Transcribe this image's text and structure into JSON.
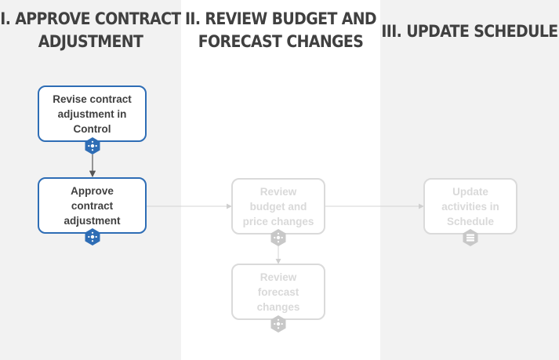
{
  "lanes": [
    {
      "title_lines": [
        "I. APPROVE CONTRACT",
        "ADJUSTMENT"
      ]
    },
    {
      "title_lines": [
        "II. REVIEW BUDGET AND",
        "FORECAST CHANGES"
      ]
    },
    {
      "title_lines": [
        "III. UPDATE SCHEDULE"
      ]
    }
  ],
  "steps": [
    {
      "lines": [
        "Revise contract",
        "adjustment in",
        "Control"
      ],
      "icon": "control-icon"
    },
    {
      "lines": [
        "Approve",
        "contract",
        "adjustment"
      ],
      "icon": "control-icon"
    },
    {
      "lines": [
        "Review",
        "budget and",
        "price changes"
      ],
      "icon": "control-icon"
    },
    {
      "lines": [
        "Review",
        "forecast",
        "changes"
      ],
      "icon": "control-icon"
    },
    {
      "lines": [
        "Update",
        "activities in",
        "Schedule"
      ],
      "icon": "schedule-icon"
    }
  ],
  "colors": {
    "active_border": "#2e6db5",
    "active_icon": "#2e6db5",
    "faded_border": "#dadada",
    "faded_text": "#d9d9d9",
    "faded_icon": "#c8c8c8",
    "lane_shade": "#f2f2f2",
    "title_text": "#404040"
  }
}
